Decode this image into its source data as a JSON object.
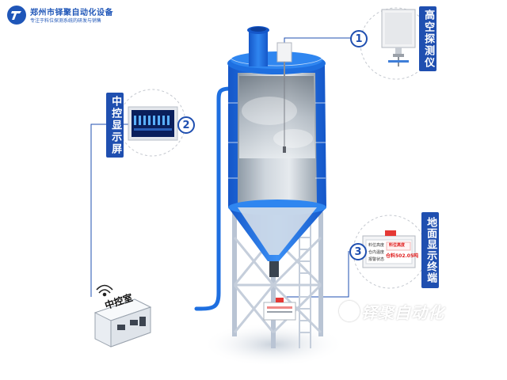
{
  "brand": {
    "title": "郑州市铎聚自动化设备",
    "subtitle": "专注于料位探测系统的研发与销售",
    "watermark": "铎聚自动化"
  },
  "callouts": [
    {
      "number": "1",
      "label": "高空探测仪"
    },
    {
      "number": "2",
      "label": "中控显示屏"
    },
    {
      "number": "3",
      "label": "地面显示终端"
    }
  ],
  "control_room": {
    "label": "中控室"
  },
  "terminal": {
    "rows": [
      "料位高度",
      "仓内温度",
      "报警状态"
    ],
    "reading_label": "料位高度",
    "reading_value": "仓料502.05吨"
  },
  "colors": {
    "brand_blue": "#1f4fb0",
    "silo_blue": "#1e6fe0",
    "leg_gray": "#b9c4d4"
  },
  "icons": [
    "logo-icon",
    "wifi-icon",
    "building-icon"
  ]
}
